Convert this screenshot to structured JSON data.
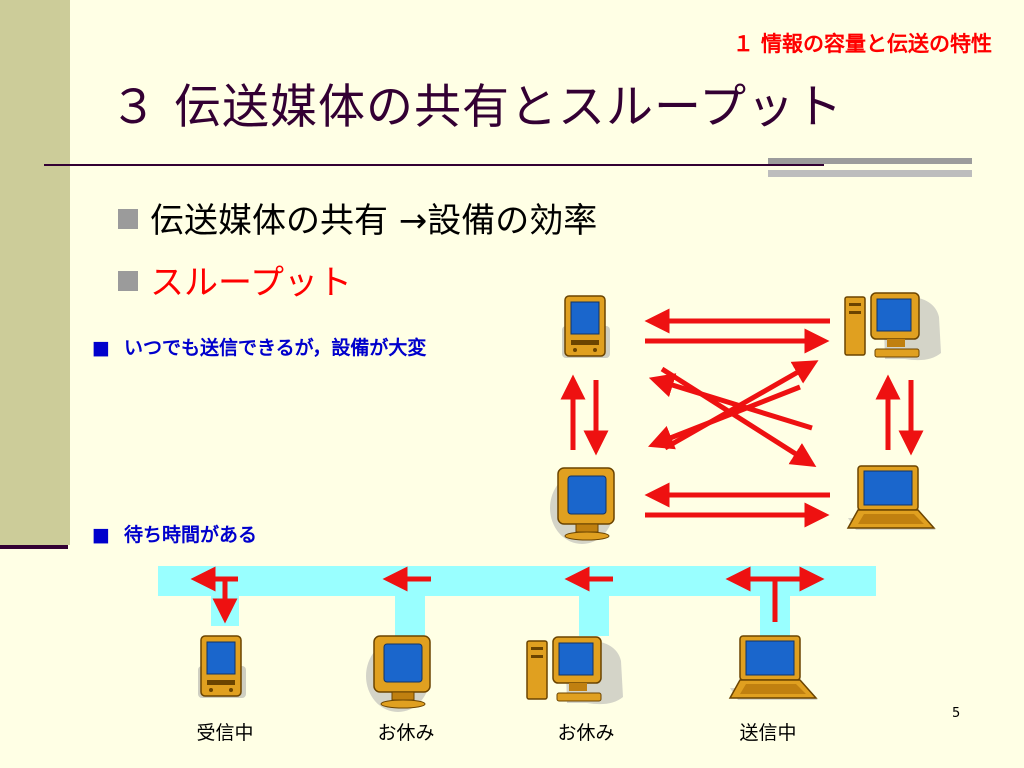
{
  "header": {
    "section_title": "１ 情報の容量と伝送の特性",
    "main_title": "３ 伝送媒体の共有とスループット"
  },
  "bullets": [
    {
      "text": "伝送媒体の共有 →設備の効率"
    },
    {
      "text": "スループット"
    }
  ],
  "notes": [
    {
      "marker": "■",
      "text": "いつでも送信できるが，設備が大変"
    },
    {
      "marker": "■",
      "text": "待ち時間がある"
    }
  ],
  "bus_stations": [
    {
      "label": "受信中",
      "device": "pda-icon"
    },
    {
      "label": "お休み",
      "device": "monitor-icon"
    },
    {
      "label": "お休み",
      "device": "desktop-pc-icon"
    },
    {
      "label": "送信中",
      "device": "laptop-icon"
    }
  ],
  "mesh_devices": [
    "pda-icon",
    "desktop-pc-icon",
    "monitor-icon",
    "laptop-icon"
  ],
  "page_number": "5",
  "colors": {
    "background": "#ffffe5",
    "accent_band": "#cccc99",
    "title": "#330033",
    "highlight": "#ff0000",
    "note_text": "#0000cc",
    "bus": "#99ffff",
    "arrow": "#ee1111"
  }
}
